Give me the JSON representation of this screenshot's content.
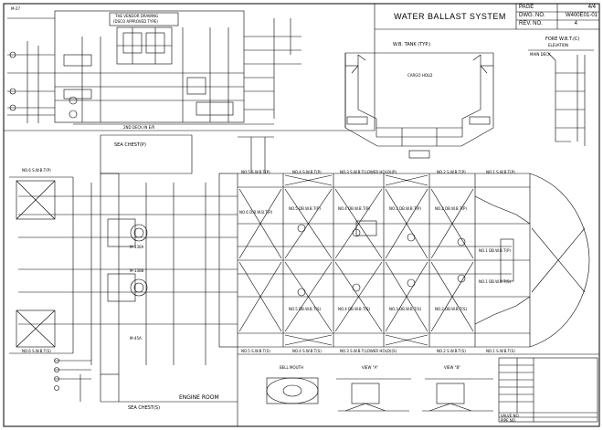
{
  "title_block": {
    "title": "WATER BALLAST SYSTEM",
    "page_label": "PAGE",
    "page_value": "4/4",
    "dwg_label": "DWG. NO.",
    "dwg_value": "W400E01-01",
    "rev_label": "REV. NO.",
    "rev_value": "4"
  },
  "upper_diagram": {
    "m_label": "M-27",
    "vendor_title": "THE VENDOR DRAWING",
    "vendor_sub": "(DSCO APPROVED TYPE)",
    "deck_label": "2ND DECK IN E/R"
  },
  "wb_tank": {
    "title": "W.B. TANK (TYP.)",
    "cargo": "CARGO HOLD"
  },
  "fore_tank": {
    "title": "FORE W.B.T.(C)",
    "sub": "ELEVATION",
    "deck": "MAIN DECK"
  },
  "engine_room": {
    "label": "ENGINE ROOM",
    "sea_chest_p": "SEA CHEST(P)",
    "sea_chest_s": "SEA CHEST(S)",
    "pump_1": "M-130A",
    "pump_2": "M-130B",
    "pump_3": "M-45A",
    "aft_p": "NO.6 S.W.B.T(P)",
    "aft_s": "NO.6 S.W.B.T(S)",
    "mid_p": "NO.6 D.B.W.B.T(P)"
  },
  "tanks": {
    "side_p": [
      "NO.5 S.W.B.T(P)",
      "NO.4 S.W.B.T(P)",
      "NO.3 S.W.B.T(LOWER HOLD)(P)",
      "NO.2 S.W.B.T(P)",
      "NO.1 S.W.B.T(P)"
    ],
    "db_p": [
      "NO.5 DB.W.B.T(P)",
      "NO.4 DB.W.B.T(P)",
      "NO.3 DB.W.B.T(P)",
      "NO.2 DB.W.B.T(P)"
    ],
    "db_s": [
      "NO.5 DB.W.B.T(S)",
      "NO.4 DB.W.B.T(S)",
      "NO.3 DB.W.B.T(S)",
      "NO.2 DB.W.B.T(S)"
    ],
    "side_s": [
      "NO.5 S.W.B.T(S)",
      "NO.4 S.W.B.T(S)",
      "NO.3 S.W.B.T(LOWER HOLD)(S)",
      "NO.2 S.W.B.T(S)",
      "NO.1 S.W.B.T(S)"
    ],
    "fore_p": "NO.1 DB.W.B.T(P)",
    "fore_s": "NO.1 DB.W.B.T(S)"
  },
  "details": {
    "bell_mouth": "BELL MOUTH",
    "view_a": "VIEW \"A\"",
    "view_b": "VIEW \"B\"",
    "valve_no": "VALVE NO.",
    "pipe_no": "PIPE NO."
  }
}
